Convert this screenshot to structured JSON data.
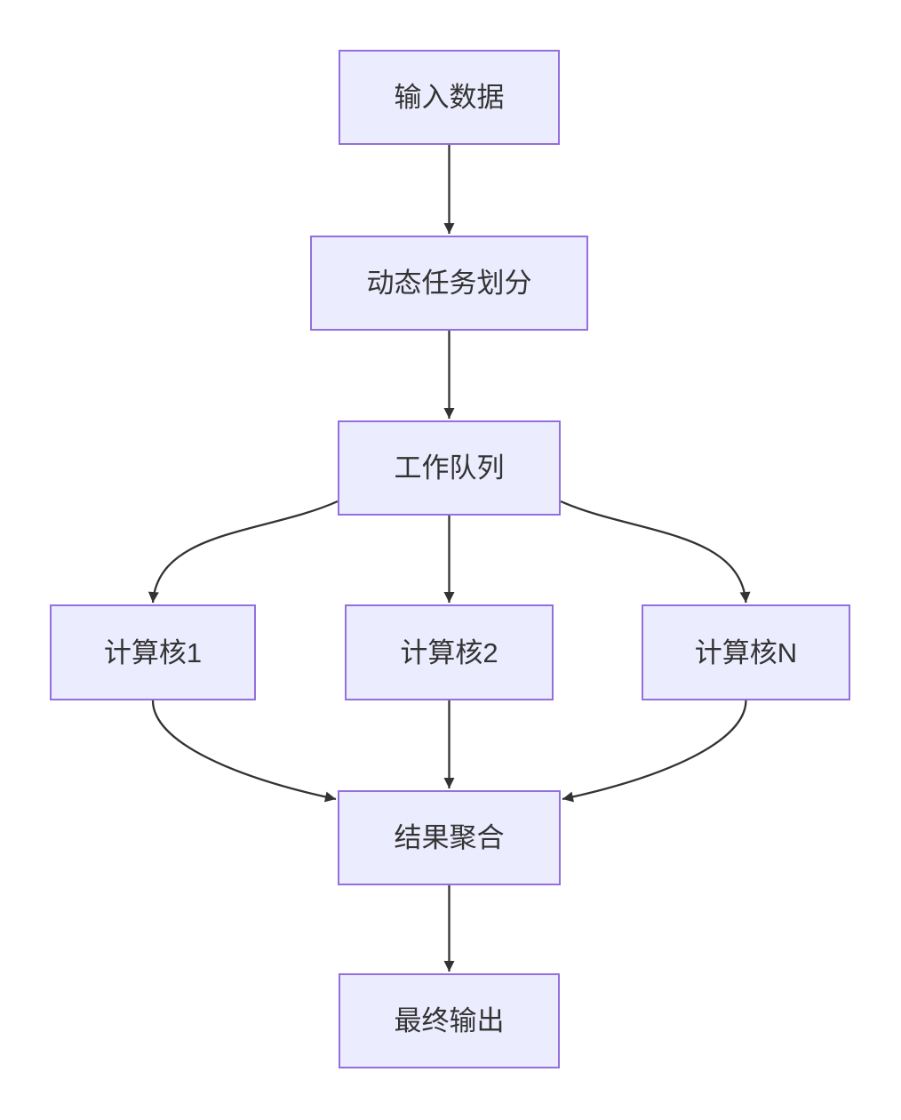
{
  "diagram": {
    "type": "flowchart",
    "direction": "top-down",
    "nodes": [
      {
        "id": "input",
        "label": "输入数据"
      },
      {
        "id": "partition",
        "label": "动态任务划分"
      },
      {
        "id": "queue",
        "label": "工作队列"
      },
      {
        "id": "core1",
        "label": "计算核1"
      },
      {
        "id": "core2",
        "label": "计算核2"
      },
      {
        "id": "coreN",
        "label": "计算核N"
      },
      {
        "id": "aggregate",
        "label": "结果聚合"
      },
      {
        "id": "output",
        "label": "最终输出"
      }
    ],
    "edges": [
      {
        "from": "输入数据",
        "to": "动态任务划分"
      },
      {
        "from": "动态任务划分",
        "to": "工作队列"
      },
      {
        "from": "工作队列",
        "to": "计算核1"
      },
      {
        "from": "工作队列",
        "to": "计算核2"
      },
      {
        "from": "工作队列",
        "to": "计算核N"
      },
      {
        "from": "计算核1",
        "to": "结果聚合"
      },
      {
        "from": "计算核2",
        "to": "结果聚合"
      },
      {
        "from": "计算核N",
        "to": "结果聚合"
      },
      {
        "from": "结果聚合",
        "to": "最终输出"
      }
    ],
    "colors": {
      "node_fill": "#ECECFF",
      "node_border": "#9370DB",
      "edge_stroke": "#333333",
      "arrowhead": "#333333",
      "text": "#333333",
      "background": "#FFFFFF"
    }
  }
}
